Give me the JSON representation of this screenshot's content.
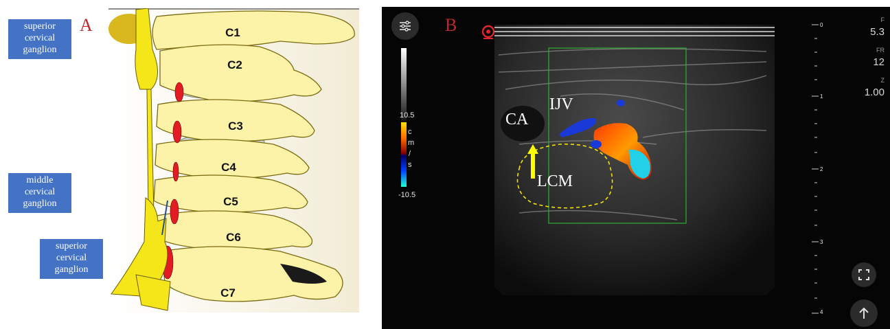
{
  "panel_a": {
    "letter": "A",
    "ganglia": {
      "top": [
        "superior",
        "cervical",
        "ganglion"
      ],
      "middle": [
        "middle",
        "cervical",
        "ganglion"
      ],
      "bottom": [
        "superior",
        "cervical",
        "ganglion"
      ]
    },
    "vertebrae": [
      "C1",
      "C2",
      "C3",
      "C4",
      "C5",
      "C6",
      "C7"
    ],
    "colors": {
      "ganglion_box": "#4472c4",
      "bone": "#fdf3a8",
      "nerve": "#f5e61a",
      "artery": "#e31b23"
    }
  },
  "panel_b": {
    "letter": "B",
    "labels": {
      "ca": "CA",
      "ijv": "IJV",
      "lcm": "LCM"
    },
    "color_scale": {
      "top": "10.5",
      "unit": [
        "c",
        "m",
        "/",
        "s"
      ],
      "bottom": "-10.5"
    },
    "depth_marks": [
      "0",
      "1",
      "2",
      "3",
      "4"
    ],
    "params": [
      {
        "key": "F",
        "value": "5.3"
      },
      {
        "key": "FR",
        "value": "12"
      },
      {
        "key": "Z",
        "value": "1.00"
      }
    ],
    "icons": {
      "settings": "sliders-icon",
      "probe": "probe-marker-icon",
      "fullscreen": "fullscreen-icon",
      "up": "arrow-up-icon"
    },
    "colors": {
      "roi_box": "#2fae3a",
      "outline": "#f2e400",
      "arrow": "#ffff00"
    }
  }
}
